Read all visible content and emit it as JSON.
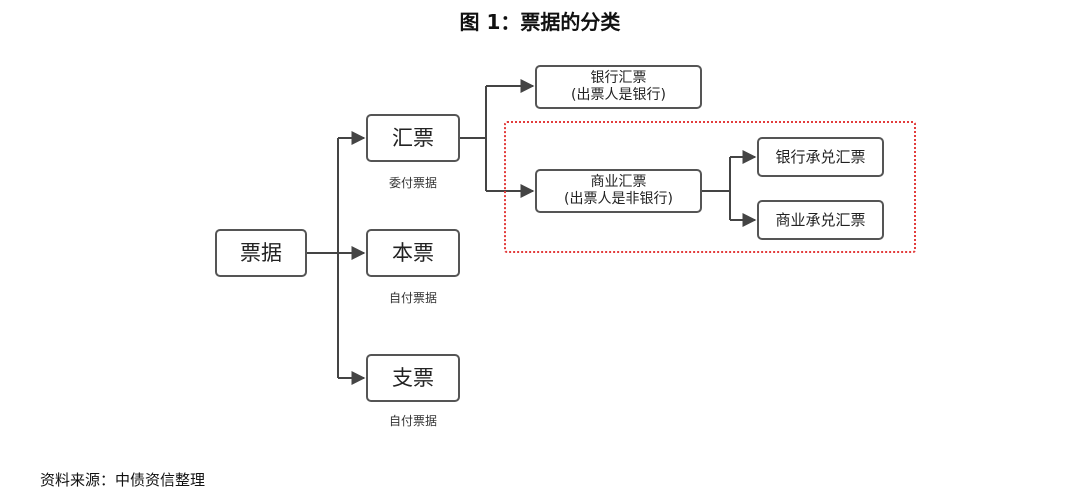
{
  "title": "图 1：票据的分类",
  "nodes": {
    "root": "票据",
    "draft": "汇票",
    "promissory": "本票",
    "cheque": "支票",
    "bank_draft_line1": "银行汇票",
    "bank_draft_line2": "(出票人是银行)",
    "commercial_draft_line1": "商业汇票",
    "commercial_draft_line2": "(出票人是非银行)",
    "bank_acceptance": "银行承兑汇票",
    "commercial_acceptance": "商业承兑汇票"
  },
  "captions": {
    "draft": "委付票据",
    "promissory": "自付票据",
    "cheque": "自付票据"
  },
  "source": "资料来源：中债资信整理",
  "colors": {
    "edge": "#444444",
    "highlight_border": "#e23c3c"
  }
}
